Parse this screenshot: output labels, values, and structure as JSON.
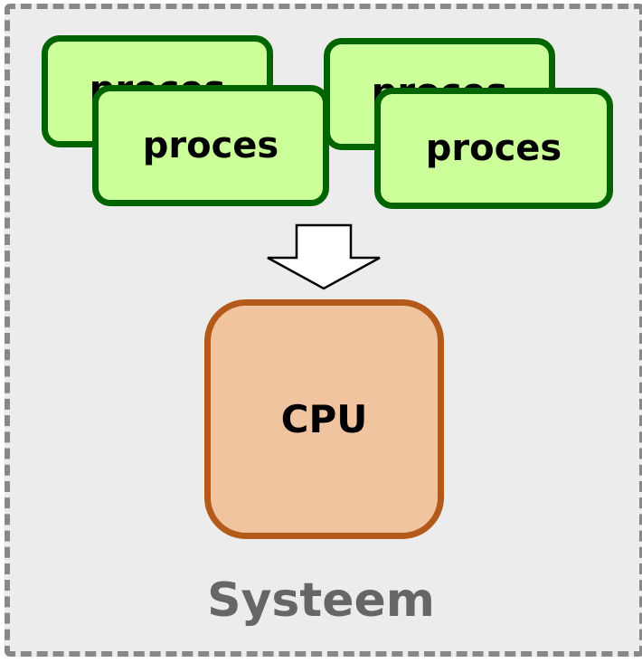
{
  "diagram": {
    "system_label": "Systeem",
    "processes": [
      {
        "label": "proces"
      },
      {
        "label": "proces"
      },
      {
        "label": "proces"
      },
      {
        "label": "proces"
      }
    ],
    "cpu_label": "CPU"
  },
  "colors": {
    "system_border": "#888888",
    "system_fill": "#ececec",
    "process_border": "#006400",
    "process_fill": "#ccff99",
    "cpu_border": "#b35a1a",
    "cpu_fill": "#f1c4a0",
    "system_label": "#666666"
  },
  "icons": {
    "flow_arrow": "down-arrow-icon"
  }
}
